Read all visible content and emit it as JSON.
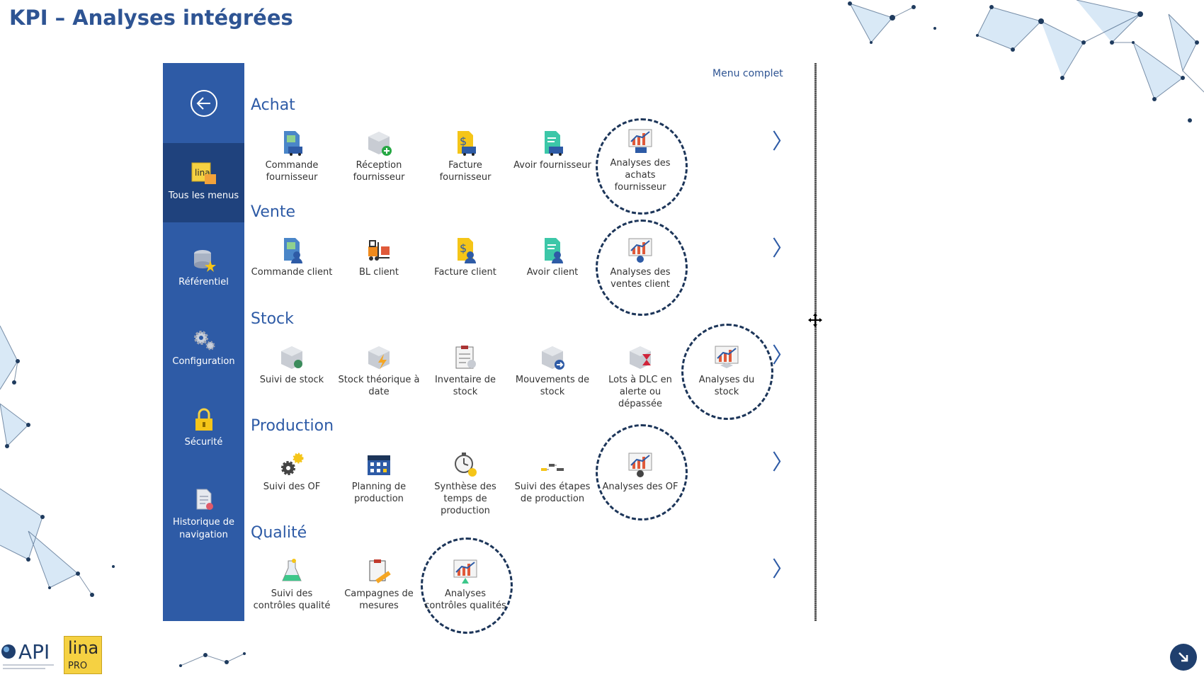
{
  "slide_title": "KPI – Analyses intégrées",
  "menu_complet": "Menu complet",
  "sidebar": {
    "items": [
      {
        "label": "Tous les menus",
        "icon": "lina-menus-icon"
      },
      {
        "label": "Référentiel",
        "icon": "database-star-icon"
      },
      {
        "label": "Configuration",
        "icon": "gears-icon"
      },
      {
        "label": "Sécurité",
        "icon": "lock-icon"
      },
      {
        "label": "Historique de navigation",
        "icon": "history-doc-icon"
      }
    ]
  },
  "sections": [
    {
      "title": "Achat",
      "tiles": [
        "Commande fournisseur",
        "Réception fournisseur",
        "Facture fournisseur",
        "Avoir fournisseur",
        "Analyses des achats fournisseur"
      ]
    },
    {
      "title": "Vente",
      "tiles": [
        "Commande client",
        "BL client",
        "Facture client",
        "Avoir client",
        "Analyses des ventes client"
      ]
    },
    {
      "title": "Stock",
      "tiles": [
        "Suivi de stock",
        "Stock théorique à date",
        "Inventaire de stock",
        "Mouvements de stock",
        "Lots à DLC en alerte ou dépassée",
        "Analyses du stock"
      ]
    },
    {
      "title": "Production",
      "tiles": [
        "Suivi des OF",
        "Planning de production",
        "Synthèse des temps de production",
        "Suivi des étapes de production",
        "Analyses des OF"
      ]
    },
    {
      "title": "Qualité",
      "tiles": [
        "Suivi des contrôles qualité",
        "Campagnes de mesures",
        "Analyses contrôles qualités"
      ]
    }
  ],
  "logos": {
    "api": "API",
    "lina": "lina",
    "lina_sub": "PRO"
  },
  "colors": {
    "sidebar": "#2e5ba6",
    "sidebar_active": "#1f427d",
    "title": "#2e5493",
    "circle": "#1c3559"
  }
}
